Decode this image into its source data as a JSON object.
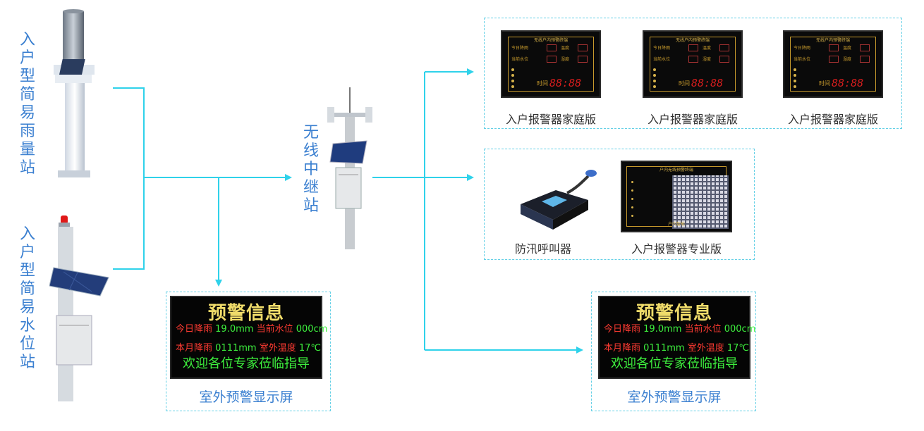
{
  "left": {
    "rain_station_label": "入户型简易雨量站",
    "water_station_label": "入户型简易水位站"
  },
  "relay": {
    "label": "无线中继站"
  },
  "home_alarm": {
    "caption": "入户报警器家庭版",
    "panel_title": "无线户内预警终端",
    "time_label": "时间",
    "display_digits": "88:88",
    "items": [
      "今日降雨",
      "当前水位",
      "温度",
      "湿度"
    ]
  },
  "broadcaster": {
    "caption": "防汛呼叫器"
  },
  "pro_alarm": {
    "caption": "入户报警器专业版",
    "panel_title": "户内无线预警终端",
    "footer": "户内智能"
  },
  "outdoor_screen": {
    "caption": "室外预警显示屏",
    "title": "预警信息",
    "row1_label1": "今日降雨",
    "row1_val1": "19.0mm",
    "row1_label2": "当前水位",
    "row1_val2": "000cm",
    "row2_label1": "本月降雨",
    "row2_val1": "0111mm",
    "row2_label2": "室外温度",
    "row2_val2": "17℃",
    "welcome": "欢迎各位专家莅临指导"
  },
  "colors": {
    "line": "#2fd2ea",
    "label": "#3a7fd0",
    "led_title": "#f0dc6a",
    "led_red": "#ff3b32",
    "led_green": "#3ef23e"
  }
}
